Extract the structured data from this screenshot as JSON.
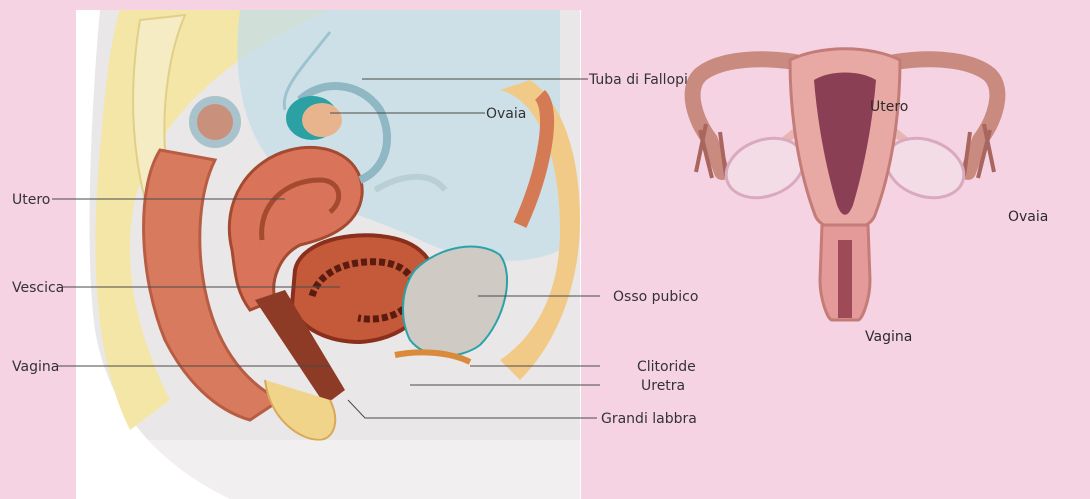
{
  "sagittal": {
    "labels": {
      "tuba": "Tuba di Fallopio",
      "ovaia": "Ovaia",
      "utero": "Utero",
      "vescica": "Vescica",
      "osso_pubico": "Osso pubico",
      "vagina": "Vagina",
      "clitoride": "Clitoride",
      "uretra": "Uretra",
      "grandi_labbra": "Grandi labbra"
    }
  },
  "frontal": {
    "labels": {
      "utero": "Utero",
      "ovaia": "Ovaia",
      "vagina": "Vagina"
    }
  },
  "colors": {
    "background": "#f6d3e2",
    "uterus": "#d9745a",
    "bladder": "#b5462e",
    "ovary": "#f3dce6",
    "muscle_pink": "#e8a9a5"
  }
}
